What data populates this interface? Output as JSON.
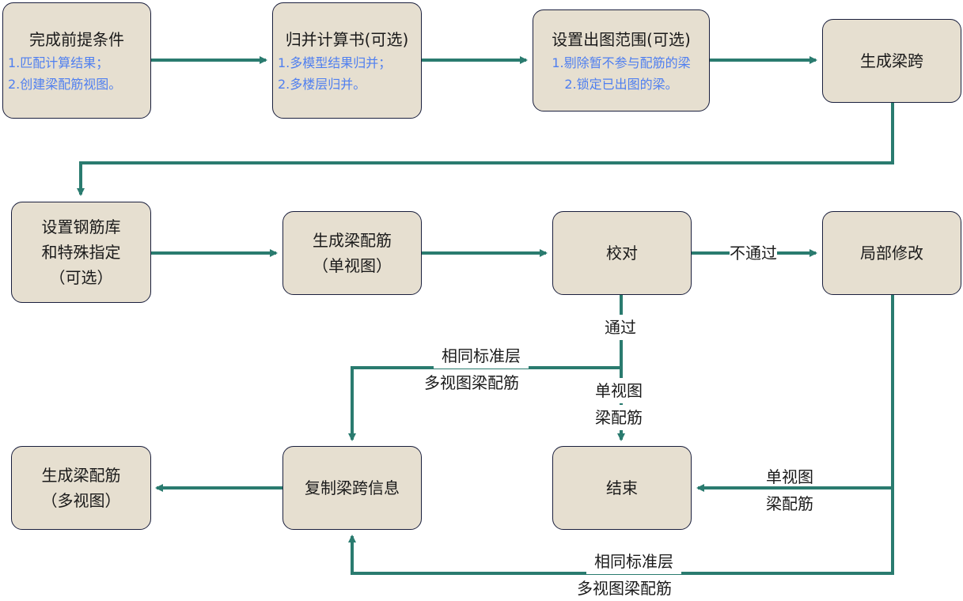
{
  "diagram": {
    "colors": {
      "edge": "#2a7b6f",
      "node_fill": "#e6dfd0",
      "node_border": "#1a1f3d",
      "sub_text": "#4f7ff0"
    },
    "nodes": {
      "prereq": {
        "title": "完成前提条件",
        "subs": [
          "1.匹配计算结果；",
          "2.创建梁配筋视图。"
        ]
      },
      "merge": {
        "title": "归并计算书(可选)",
        "subs": [
          "1.多模型结果归并；",
          "2.多楼层归并。"
        ]
      },
      "range": {
        "title": "设置出图范围(可选)",
        "subs": [
          "1.剔除暂不参与配筋的梁",
          "2.锁定已出图的梁。"
        ]
      },
      "span": {
        "lines": [
          "生成梁跨"
        ]
      },
      "rebar_lib": {
        "lines": [
          "设置钢筋库",
          "和特殊指定",
          "（可选）"
        ]
      },
      "gen_single": {
        "lines": [
          "生成梁配筋",
          "（单视图）"
        ]
      },
      "check": {
        "lines": [
          "校对"
        ]
      },
      "modify": {
        "lines": [
          "局部修改"
        ]
      },
      "gen_multi": {
        "lines": [
          "生成梁配筋",
          "（多视图）"
        ]
      },
      "copy": {
        "lines": [
          "复制梁跨信息"
        ]
      },
      "end": {
        "lines": [
          "结束"
        ]
      }
    },
    "edge_labels": {
      "fail": "不通过",
      "pass": "通过",
      "std_floor_mid": [
        "相同标准层",
        "多视图梁配筋"
      ],
      "single_mid": [
        "单视图",
        "梁配筋"
      ],
      "single_right": [
        "单视图",
        "梁配筋"
      ],
      "std_floor_bottom": [
        "相同标准层",
        "多视图梁配筋"
      ]
    }
  }
}
